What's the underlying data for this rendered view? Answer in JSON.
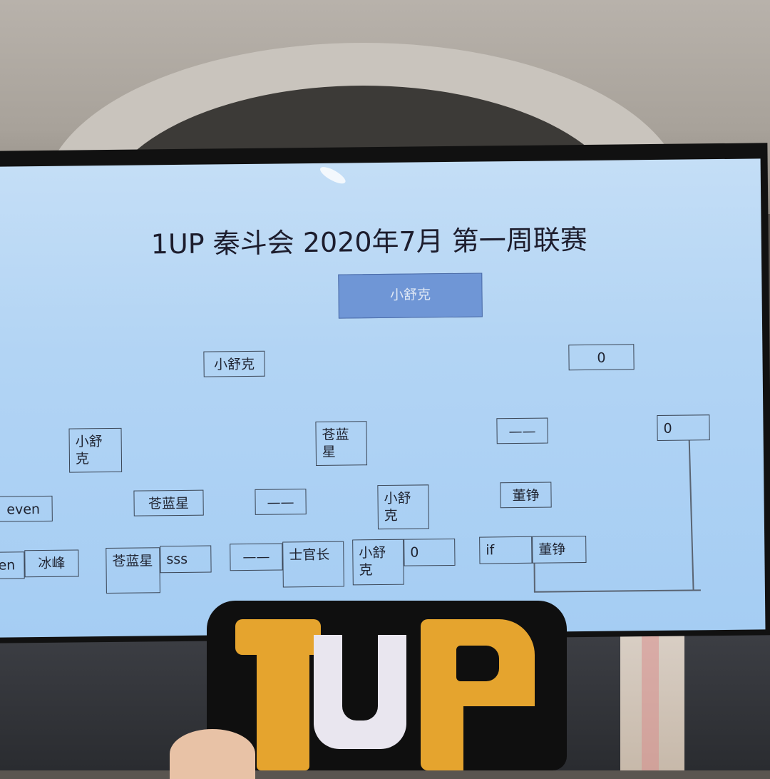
{
  "title": "1UP 秦斗会 2020年7月 第一周联赛",
  "champion": "小舒克",
  "bracket": {
    "left_semi": "小舒克",
    "right_semi": "0",
    "qf_1": "小舒克",
    "qf_2": "苍蓝星",
    "qf_3": "——",
    "qf_4": "0",
    "r1_1": "even",
    "r1_2": "苍蓝星",
    "r1_3": "——",
    "r1_4": "小舒克",
    "r1_5": "董铮",
    "p_1a": "en",
    "p_1b": "冰峰",
    "p_2a": "苍蓝星",
    "p_2b": "sss",
    "p_3a": "——",
    "p_3b": "士官长",
    "p_4a": "小舒克",
    "p_4b": "0",
    "p_5a": "if",
    "p_5b": "董铮"
  },
  "sign": {
    "logo_text": "1UP",
    "colors": {
      "orange": "#e5a42e",
      "white": "#e9e6ef"
    }
  },
  "colors": {
    "screen": "#b2d4f4",
    "winner_box": "#6f96d6"
  }
}
